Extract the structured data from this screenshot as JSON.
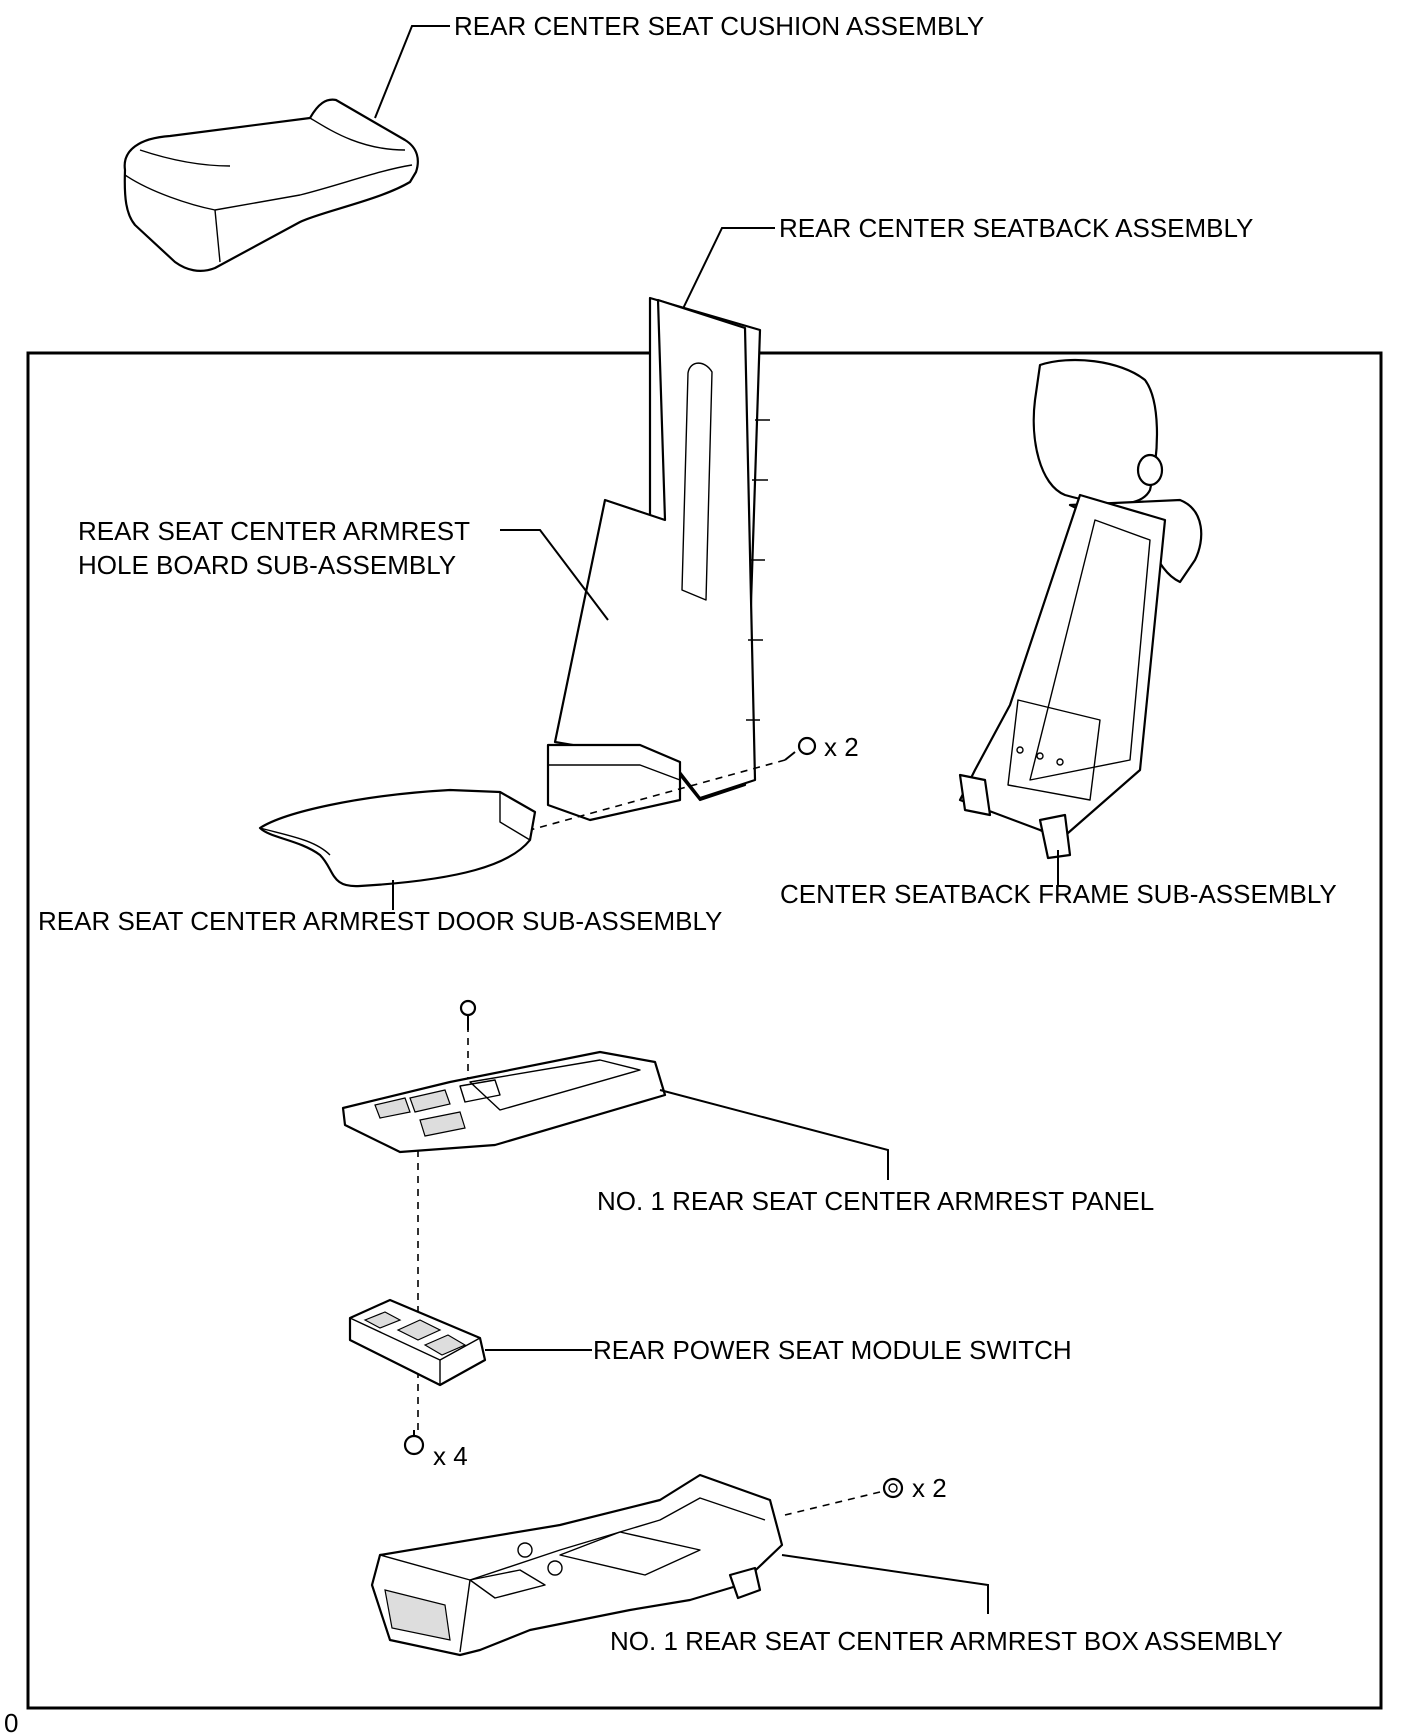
{
  "labels": {
    "cushion": "REAR CENTER SEAT CUSHION ASSEMBLY",
    "seatback": "REAR CENTER SEATBACK ASSEMBLY",
    "hole_board_1": "REAR SEAT CENTER ARMREST",
    "hole_board_2": "HOLE BOARD SUB-ASSEMBLY",
    "door": "REAR SEAT CENTER ARMREST DOOR SUB-ASSEMBLY",
    "frame": "CENTER SEATBACK FRAME SUB-ASSEMBLY",
    "panel": "NO. 1 REAR SEAT CENTER ARMREST PANEL",
    "switch": "REAR POWER SEAT MODULE SWITCH",
    "box": "NO. 1 REAR SEAT CENTER ARMREST BOX ASSEMBLY"
  },
  "quantities": {
    "screw_hole_board": "x 2",
    "screw_switch": "x 4",
    "nut_box": "x 2"
  },
  "corner_mark": "0"
}
